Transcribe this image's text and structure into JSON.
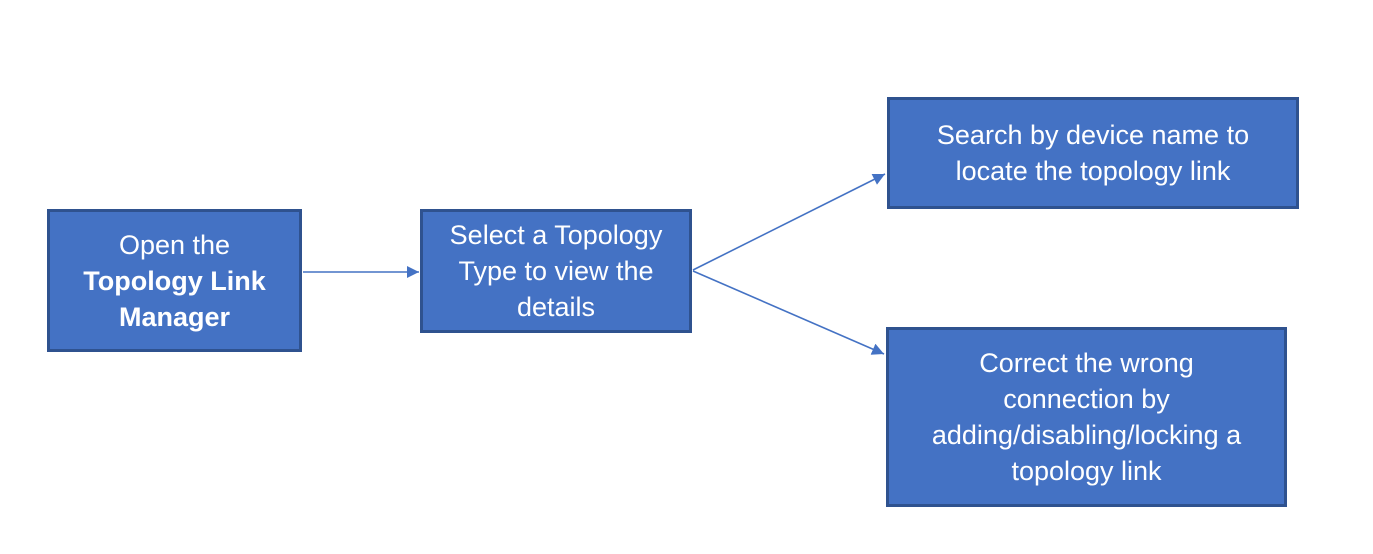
{
  "theme": {
    "node_fill": "#4472C4",
    "node_border": "#2F528F",
    "arrow_color": "#4472C4",
    "text_color": "#FFFFFF",
    "background": "#FFFFFF"
  },
  "diagram": {
    "type": "flowchart",
    "nodes": [
      {
        "id": "open-topology-link-manager",
        "lines": [
          {
            "text": "Open the",
            "bold": false
          },
          {
            "text": "Topology Link",
            "bold": true
          },
          {
            "text": "Manager",
            "bold": true
          }
        ],
        "full_text": "Open the Topology Link Manager"
      },
      {
        "id": "select-topology-type",
        "lines": [
          {
            "text": "Select a Topology",
            "bold": false
          },
          {
            "text": "Type to view the",
            "bold": false
          },
          {
            "text": "details",
            "bold": false
          }
        ],
        "full_text": "Select a Topology Type to view the details"
      },
      {
        "id": "search-by-device-name",
        "lines": [
          {
            "text": "Search by device name to",
            "bold": false
          },
          {
            "text": "locate the topology link",
            "bold": false
          }
        ],
        "full_text": "Search by device name to locate the topology link"
      },
      {
        "id": "correct-wrong-connection",
        "lines": [
          {
            "text": "Correct the wrong",
            "bold": false
          },
          {
            "text": "connection by",
            "bold": false
          },
          {
            "text": "adding/disabling/locking a",
            "bold": false
          },
          {
            "text": "topology link",
            "bold": false
          }
        ],
        "full_text": "Correct the wrong connection by adding/disabling/locking a topology link"
      }
    ],
    "connectors": [
      {
        "from": "open-topology-link-manager",
        "to": "select-topology-type"
      },
      {
        "from": "select-topology-type",
        "to": "search-by-device-name"
      },
      {
        "from": "select-topology-type",
        "to": "correct-wrong-connection"
      }
    ]
  }
}
